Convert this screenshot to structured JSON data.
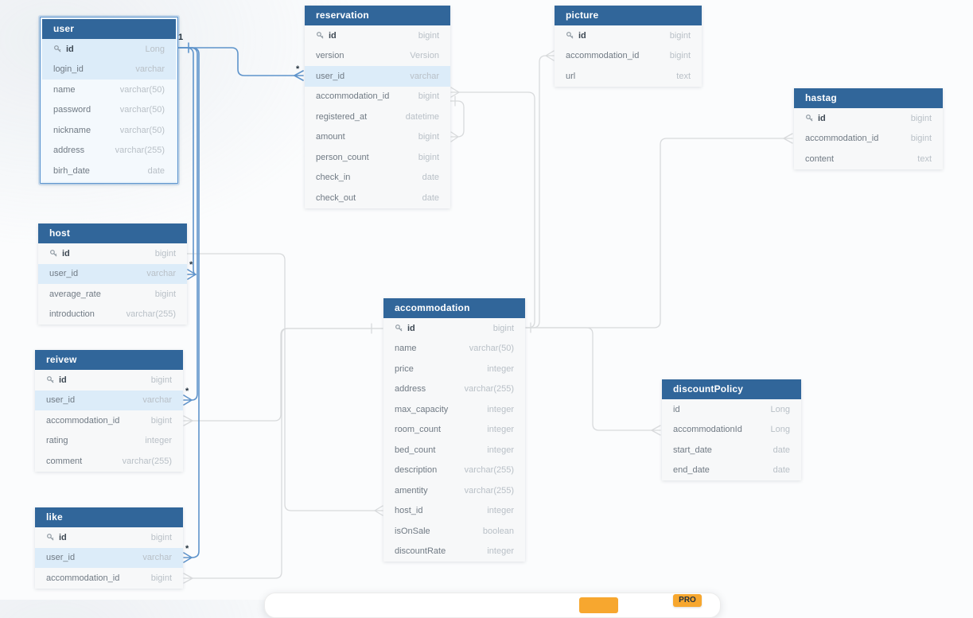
{
  "cardinality": {
    "one": "1",
    "many": "*"
  },
  "colors": {
    "table_header": "#31669a",
    "row_highlight": "#dcecf9",
    "line_gray": "#d8dadc",
    "line_blue": "#5f94cb",
    "selected_border": "#5b94cf",
    "badge_orange": "#f7a72f"
  },
  "tables": {
    "user": {
      "title": "user",
      "rows": [
        {
          "name": "id",
          "type": "Long",
          "pk": true,
          "hl": true
        },
        {
          "name": "login_id",
          "type": "varchar",
          "hl": true
        },
        {
          "name": "name",
          "type": "varchar(50)"
        },
        {
          "name": "password",
          "type": "varchar(50)"
        },
        {
          "name": "nickname",
          "type": "varchar(50)"
        },
        {
          "name": "address",
          "type": "varchar(255)"
        },
        {
          "name": "birh_date",
          "type": "date"
        }
      ]
    },
    "reservation": {
      "title": "reservation",
      "rows": [
        {
          "name": "id",
          "type": "bigint",
          "pk": true
        },
        {
          "name": "version",
          "type": "Version"
        },
        {
          "name": "user_id",
          "type": "varchar",
          "hl": true
        },
        {
          "name": "accommodation_id",
          "type": "bigint"
        },
        {
          "name": "registered_at",
          "type": "datetime"
        },
        {
          "name": "amount",
          "type": "bigint"
        },
        {
          "name": "person_count",
          "type": "bigint"
        },
        {
          "name": "check_in",
          "type": "date"
        },
        {
          "name": "check_out",
          "type": "date"
        }
      ]
    },
    "picture": {
      "title": "picture",
      "rows": [
        {
          "name": "id",
          "type": "bigint",
          "pk": true
        },
        {
          "name": "accommodation_id",
          "type": "bigint"
        },
        {
          "name": "url",
          "type": "text"
        }
      ]
    },
    "hastag": {
      "title": "hastag",
      "rows": [
        {
          "name": "id",
          "type": "bigint",
          "pk": true
        },
        {
          "name": "accommodation_id",
          "type": "bigint"
        },
        {
          "name": "content",
          "type": "text"
        }
      ]
    },
    "host": {
      "title": "host",
      "rows": [
        {
          "name": "id",
          "type": "bigint",
          "pk": true
        },
        {
          "name": "user_id",
          "type": "varchar",
          "hl": true
        },
        {
          "name": "average_rate",
          "type": "bigint"
        },
        {
          "name": "introduction",
          "type": "varchar(255)"
        }
      ]
    },
    "reivew": {
      "title": "reivew",
      "rows": [
        {
          "name": "id",
          "type": "bigint",
          "pk": true
        },
        {
          "name": "user_id",
          "type": "varchar",
          "hl": true
        },
        {
          "name": "accommodation_id",
          "type": "bigint"
        },
        {
          "name": "rating",
          "type": "integer"
        },
        {
          "name": "comment",
          "type": "varchar(255)"
        }
      ]
    },
    "like": {
      "title": "like",
      "rows": [
        {
          "name": "id",
          "type": "bigint",
          "pk": true
        },
        {
          "name": "user_id",
          "type": "varchar",
          "hl": true
        },
        {
          "name": "accommodation_id",
          "type": "bigint"
        }
      ]
    },
    "accommodation": {
      "title": "accommodation",
      "rows": [
        {
          "name": "id",
          "type": "bigint",
          "pk": true
        },
        {
          "name": "name",
          "type": "varchar(50)"
        },
        {
          "name": "price",
          "type": "integer"
        },
        {
          "name": "address",
          "type": "varchar(255)"
        },
        {
          "name": "max_capacity",
          "type": "integer"
        },
        {
          "name": "room_count",
          "type": "integer"
        },
        {
          "name": "bed_count",
          "type": "integer"
        },
        {
          "name": "description",
          "type": "varchar(255)"
        },
        {
          "name": "amentity",
          "type": "varchar(255)"
        },
        {
          "name": "host_id",
          "type": "integer"
        },
        {
          "name": "isOnSale",
          "type": "boolean"
        },
        {
          "name": "discountRate",
          "type": "integer"
        }
      ]
    },
    "discountPolicy": {
      "title": "discountPolicy",
      "rows": [
        {
          "name": "id",
          "type": "Long"
        },
        {
          "name": "accommodationId",
          "type": "Long"
        },
        {
          "name": "start_date",
          "type": "date"
        },
        {
          "name": "end_date",
          "type": "date"
        }
      ]
    }
  },
  "toolbar": {
    "pro_label": "PRO"
  }
}
